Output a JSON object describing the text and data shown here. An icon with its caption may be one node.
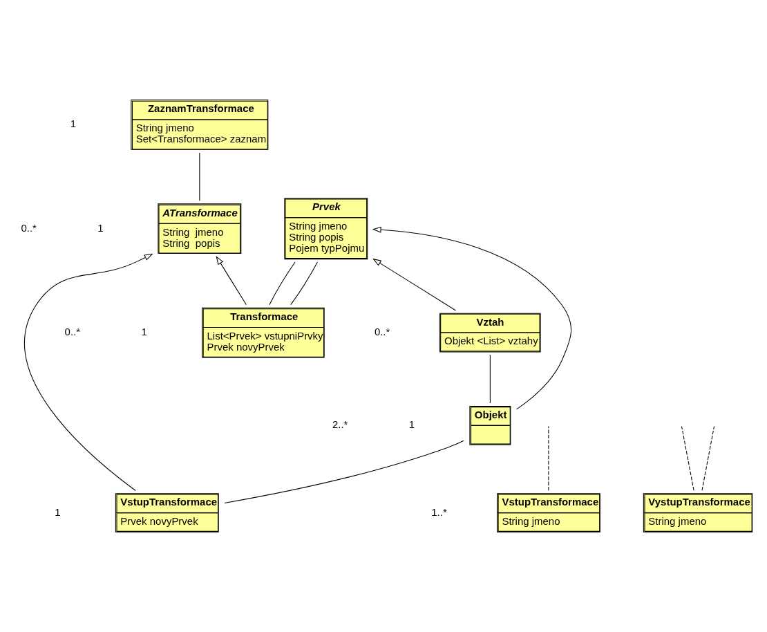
{
  "diagram": {
    "nodes": [
      {
        "text": [
          "ATransformace",
          "String  jmeno",
          "String  popis"
        ]
      },
      {
        "text": [
          "ZaznamTransformace",
          "String jmeno",
          "Set<Transformace> zaznam"
        ]
      },
      {
        "text": [
          "VstupTransformace",
          "String jmeno"
        ]
      },
      {
        "text": [
          "Transformace",
          "List<Prvek> vstupniPrvky",
          "Prvek novyPrvek"
        ]
      },
      {
        "text": [
          "Prvek",
          "String jmeno",
          "String popis",
          "Pojem typPojmu"
        ]
      },
      {
        "text": [
          "VstupTransformace",
          "Prvek novyPrvek"
        ]
      },
      {
        "text": [
          "VystupTransformace",
          "String jmeno"
        ]
      },
      {
        "text": [
          "Objekt"
        ]
      },
      {
        "text": [
          "Vztah",
          "Objekt <List> vztahy"
        ]
      }
    ],
    "edges": [
      {
        "from": 3,
        "to": 0,
        "arrow": "to"
      },
      {
        "from": 5,
        "to": 0,
        "arrow": "to"
      },
      {
        "from": 0,
        "to": 1,
        "arrow": "none"
      },
      {
        "from": 3,
        "to": 4,
        "arrow": "none"
      },
      {
        "from": 3,
        "to": 4,
        "arrow": "none"
      },
      {
        "from": 2,
        "to": null,
        "arrow": "none",
        "style": "dashed"
      },
      {
        "from": 6,
        "to": null,
        "arrow": "none",
        "style": "dashed"
      },
      {
        "from": 6,
        "to": null,
        "arrow": "none",
        "style": "dashed"
      },
      {
        "from": 5,
        "to": 7,
        "arrow": "none"
      },
      {
        "from": 7,
        "to": 4,
        "arrow": "to"
      },
      {
        "from": 8,
        "to": 4,
        "arrow": "to"
      },
      {
        "from": 7,
        "to": 8,
        "arrow": "none"
      }
    ],
    "labels": [
      "0..*",
      "1",
      "0..*",
      "1..*",
      "1",
      "1",
      "1",
      "1",
      "2..*",
      "0..*"
    ]
  }
}
